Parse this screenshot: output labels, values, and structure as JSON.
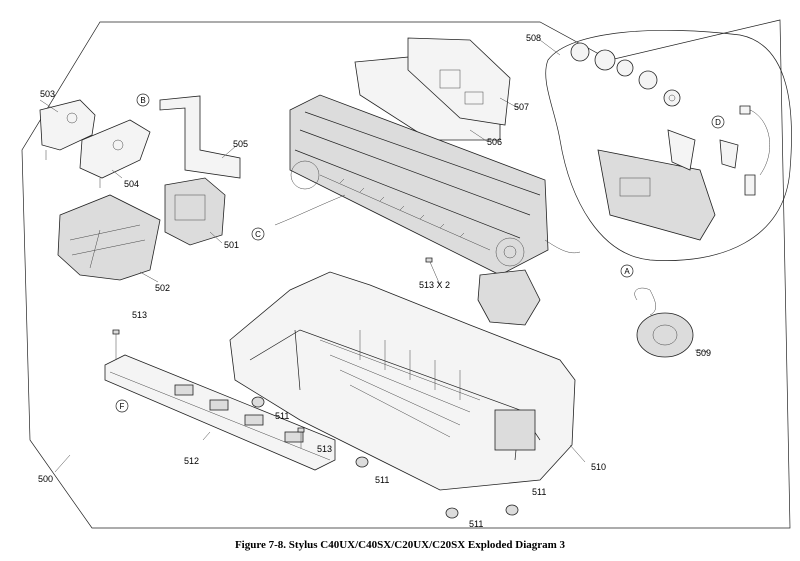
{
  "caption": "Figure 7-8.  Stylus C40UX/C40SX/C20UX/C20SX Exploded Diagram 3",
  "part_labels": {
    "p500": "500",
    "p501": "501",
    "p502": "502",
    "p503": "503",
    "p504": "504",
    "p505": "505",
    "p506": "506",
    "p507": "507",
    "p508": "508",
    "p509": "509",
    "p510": "510",
    "p511a": "511",
    "p511b": "511",
    "p511c": "511",
    "p511d": "511",
    "p512": "512",
    "p513a": "513",
    "p513b": "513",
    "p513x2": "513 X 2"
  },
  "connectors": {
    "A": "A",
    "B": "B",
    "C": "C",
    "D": "D",
    "F": "F"
  }
}
